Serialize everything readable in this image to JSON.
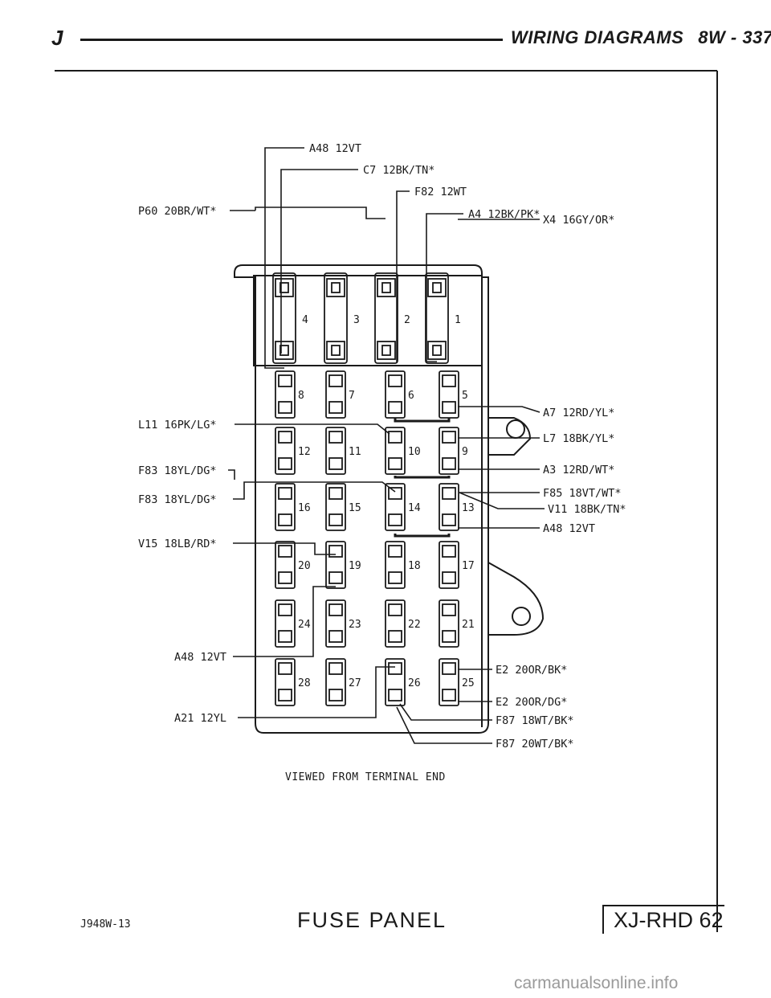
{
  "header": {
    "section_letter": "J",
    "title": "WIRING DIAGRAMS",
    "page_ref": "8W - 337"
  },
  "diagram": {
    "fuse_labels": [
      "1",
      "2",
      "3",
      "4",
      "5",
      "6",
      "7",
      "8",
      "9",
      "10",
      "11",
      "12",
      "13",
      "14",
      "15",
      "16",
      "17",
      "18",
      "19",
      "20",
      "21",
      "22",
      "23",
      "24",
      "25",
      "26",
      "27",
      "28"
    ],
    "top_wires": [
      "A48 12VT",
      "C7 12BK/TN*",
      "F82 12WT",
      "A4 12BK/PK*"
    ],
    "left_wires": [
      "P60 20BR/WT*",
      "L11 16PK/LG*",
      "F83 18YL/DG*",
      "F83 18YL/DG*",
      "V15 18LB/RD*",
      "A48 12VT",
      "A21 12YL"
    ],
    "right_wires": [
      "X4 16GY/OR*",
      "A7 12RD/YL*",
      "L7 18BK/YL*",
      "A3 12RD/WT*",
      "F85 18VT/WT*",
      "V11 18BK/TN*",
      "A48 12VT",
      "E2 20OR/BK*",
      "E2 20OR/DG*",
      "F87 18WT/BK*",
      "F87 20WT/BK*"
    ],
    "caption": "VIEWED FROM TERMINAL END"
  },
  "footer": {
    "code": "J948W-13",
    "title": "FUSE PANEL",
    "id_box": "XJ-RHD 62"
  },
  "watermark": "carmanualsonline.info"
}
